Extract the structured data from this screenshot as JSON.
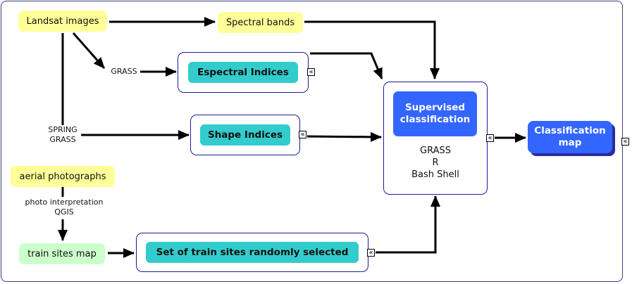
{
  "nodes": {
    "landsat": "Landsat images",
    "spectral_bands": "Spectral bands",
    "espectral_indices": "Espectral Indices",
    "shape_indices": "Shape Indices",
    "supervised": "Supervised classification",
    "tools": [
      "GRASS",
      "R",
      "Bash Shell"
    ],
    "classification_map": "Classification map",
    "aerial": "aerial photographs",
    "train_sites_map": "train sites map",
    "train_sites_set": "Set of train sites randomly selected"
  },
  "edge_labels": {
    "grass": "GRASS",
    "spring": "SPRING",
    "spring_grass": "GRASS",
    "photo_interp": "photo interpretation",
    "qgis": "QGIS"
  },
  "expand_icon": "«",
  "colors": {
    "source": "#ffff99",
    "train_map": "#ccffcc",
    "process": "#33cccc",
    "classification": "#3366ff",
    "group_border": "#1c1c9a"
  }
}
